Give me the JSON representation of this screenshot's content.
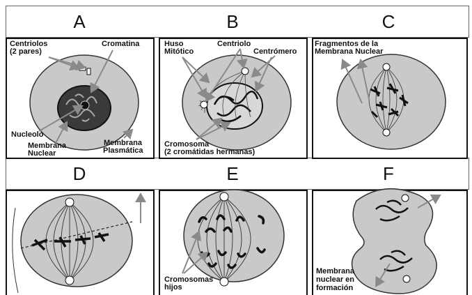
{
  "panels": {
    "a": {
      "letter": "A",
      "labels": {
        "centriolos": "Centriolos",
        "pares": "(2 pares)",
        "cromatina": "Cromatina",
        "nucleolo": "Nucleolo",
        "membrana": "Membrana",
        "nuclear": "Nuclear",
        "membrana2": "Membrana",
        "plasmatica": "Plasmática"
      }
    },
    "b": {
      "letter": "B",
      "labels": {
        "huso": "Huso",
        "mitotico": "Mitótico",
        "centriolo": "Centriolo",
        "centromero": "Centrómero",
        "cromosoma": "Cromosoma",
        "cromatidas": "(2 cromátidas hermanas)"
      }
    },
    "c": {
      "letter": "C",
      "labels": {
        "fragmentos": "Fragmentos de la",
        "membrana_nuclear": "Membrana Nuclear"
      }
    },
    "d": {
      "letter": "D"
    },
    "e": {
      "letter": "E",
      "labels": {
        "cromosomas": "Cromosomas",
        "hijos": "hijos"
      }
    },
    "f": {
      "letter": "F",
      "labels": {
        "membrana": "Membrana",
        "nuclear_en": "nuclear en",
        "formacion": "formación"
      }
    }
  },
  "colors": {
    "cell_fill": "#c9c9c9",
    "cell_stroke": "#333333",
    "line": "#222222",
    "arrow": "#8a8a8a"
  }
}
